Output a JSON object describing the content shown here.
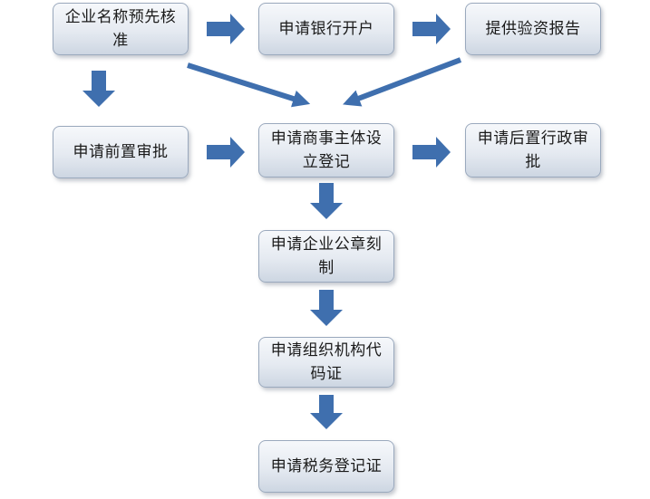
{
  "nodes": {
    "name_preapproval": "企业名称预先核准",
    "bank_account": "申请银行开户",
    "capital_report": "提供验资报告",
    "pre_approval": "申请前置审批",
    "business_registration": "申请商事主体设立登记",
    "post_approval": "申请后置行政审批",
    "seal_engraving": "申请企业公章刻制",
    "org_code": "申请组织机构代码证",
    "tax_registration": "申请税务登记证"
  },
  "colors": {
    "arrow": "#3f6fae",
    "box_border": "#9aa9bd"
  }
}
